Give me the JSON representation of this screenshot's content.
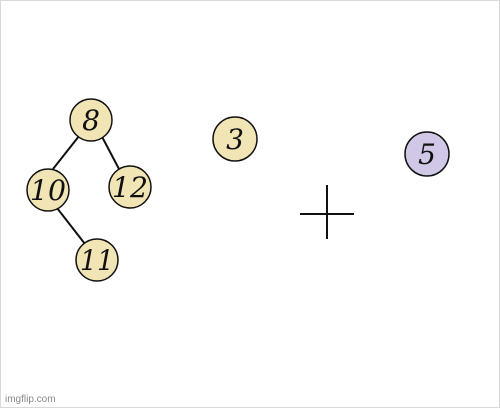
{
  "colors": {
    "tree_node_fill": "#f1e5b5",
    "single_node_fill": "#d0c8e6",
    "stroke": "#111111",
    "watermark": "#8a8a8a"
  },
  "nodes": {
    "n8": "8",
    "n10": "10",
    "n12": "12",
    "n11": "11",
    "n3": "3",
    "n5": "5"
  },
  "edges": [
    [
      "n8",
      "n10"
    ],
    [
      "n8",
      "n12"
    ],
    [
      "n10",
      "n11"
    ]
  ],
  "operator_symbol": "plus",
  "watermark": "imgflip.com"
}
